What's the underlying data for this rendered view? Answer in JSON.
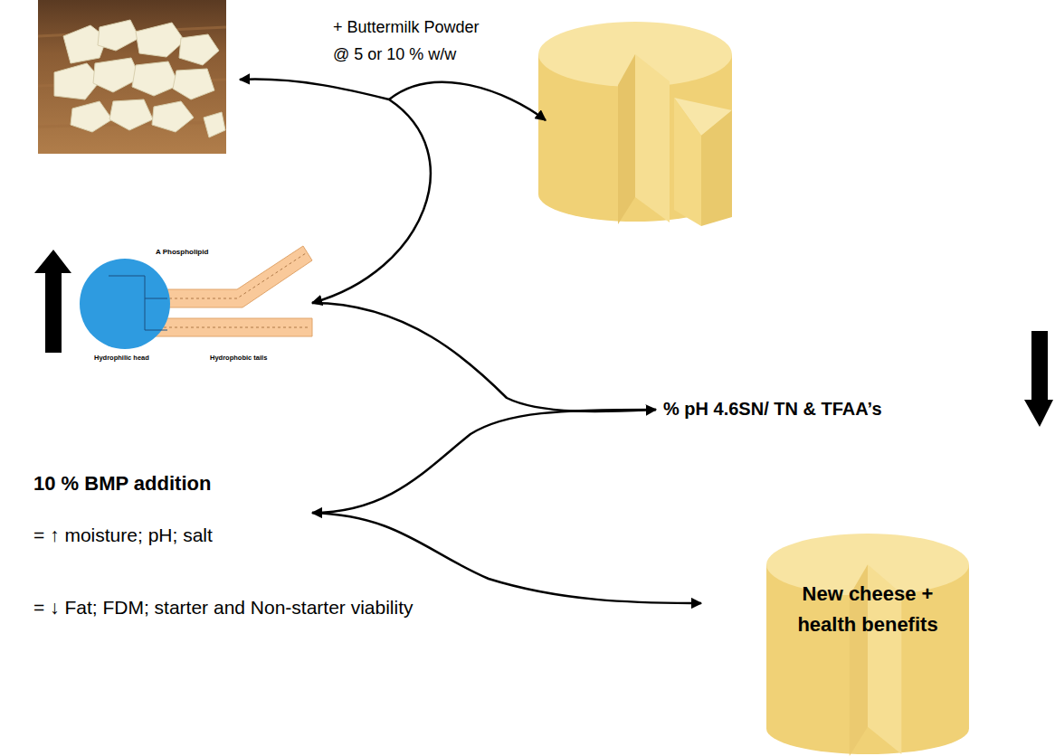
{
  "diagram": {
    "nodes": [
      {
        "text": [
          "New cheese + health benefits"
        ]
      }
    ],
    "labels": [
      "+ Buttermilk Powder",
      "@ 5 or 10 % w/w",
      "A Phospholipid",
      "Hydrophilic head",
      "Hydrophobic tails",
      "% pH 4.6SN/ TN & TFAA’s",
      "10 % BMP addition",
      "= ↑ moisture; pH; salt",
      "= ↓ Fat; FDM; starter and Non-starter viability"
    ]
  }
}
